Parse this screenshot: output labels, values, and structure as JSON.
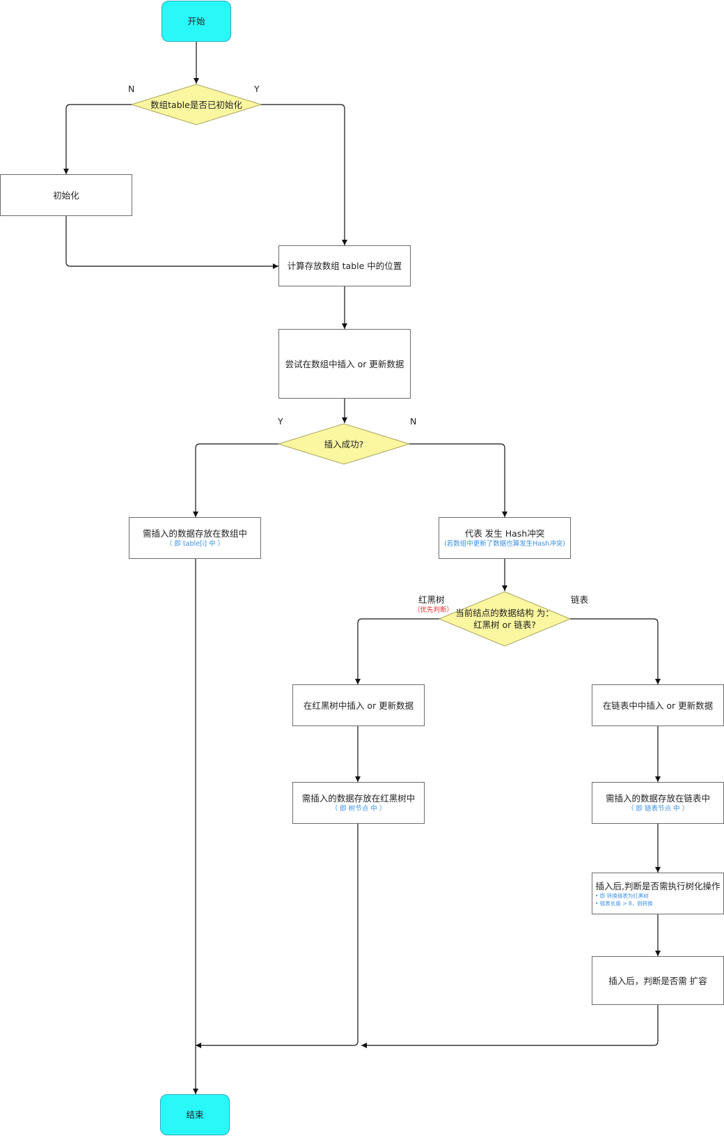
{
  "nodes": {
    "start": "开始",
    "is_init_q": "数组table是否已初始化",
    "init": "初始化",
    "calc_pos": "计算存放数组 table 中的位置",
    "try_insert": "尝试在数组中插入 or 更新数据",
    "insert_ok_q": "插入成功?",
    "store_array": "需插入的数据存放在数组中",
    "store_array_note": "（ 即 table[i] 中 ）",
    "hash_conflict": "代表 发生 Hash冲突",
    "hash_conflict_note": "(若数组中更新了数据也算发生Hash冲突)",
    "struct_q_line1": "当前结点的数据结构 为：",
    "struct_q_line2": "红黑树 or 链表?",
    "rbt_insert": "在红黑树中插入 or 更新数据",
    "list_insert": "在链表中中插入 or 更新数据",
    "store_rbt": "需插入的数据存放在红黑树中",
    "store_rbt_note": "（ 即 树节点 中 ）",
    "store_list": "需插入的数据存放在链表中",
    "store_list_note": "（ 即 链表节点 中 ）",
    "treeify": "插入后,判断是否需执行树化操作",
    "treeify_bullet1": "• 即 转换链表为红黑树",
    "treeify_bullet2": "• 链表长度 > 8，则转换",
    "resize": "插入后，判断是否需 扩容",
    "end": "结束"
  },
  "edge_labels": {
    "init_n": "N",
    "init_y": "Y",
    "ok_y": "Y",
    "ok_n": "N",
    "rbt": "红黑树",
    "rbt_note": "（优先判断）",
    "list": "链表"
  },
  "colors": {
    "terminal_fill": "#29f8f8",
    "decision_fill": "#fbf7a0",
    "note_blue": "#3a8fe6",
    "note_red": "#e63030"
  }
}
